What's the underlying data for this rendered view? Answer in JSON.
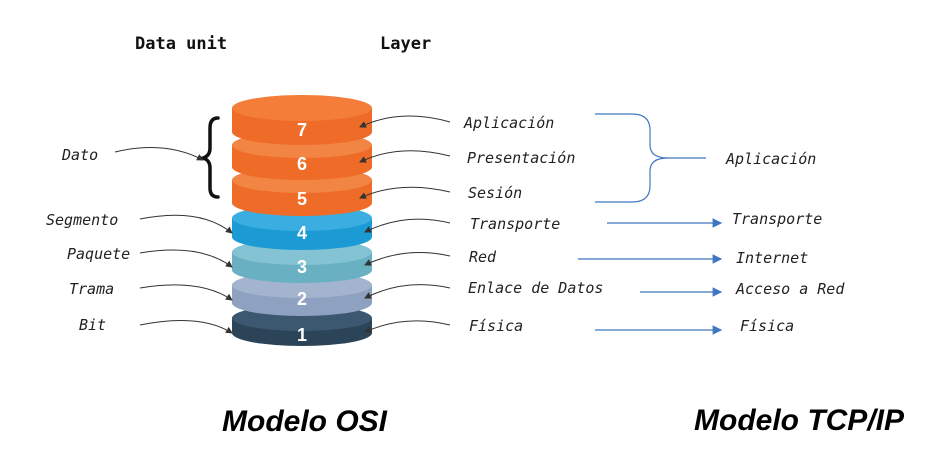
{
  "headers": {
    "data_unit": "Data unit",
    "layer": "Layer"
  },
  "colors": {
    "app": "#ee6c27",
    "transport": "#1c9ad3",
    "network": "#6ab0c3",
    "datalink": "#8ea1c1",
    "physical": "#2c4457",
    "arrow": "#3f78c0"
  },
  "osi": {
    "title": "Modelo OSI",
    "layers": [
      {
        "number": "7",
        "name": "Aplicación"
      },
      {
        "number": "6",
        "name": "Presentación"
      },
      {
        "number": "5",
        "name": "Sesión"
      },
      {
        "number": "4",
        "name": "Transporte"
      },
      {
        "number": "3",
        "name": "Red"
      },
      {
        "number": "2",
        "name": "Enlace de Datos"
      },
      {
        "number": "1",
        "name": "Física"
      }
    ]
  },
  "data_units": [
    "Dato",
    "Segmento",
    "Paquete",
    "Trama",
    "Bit"
  ],
  "tcpip": {
    "title": "Modelo TCP/IP",
    "layers": [
      "Aplicación",
      "Transporte",
      "Internet",
      "Acceso a Red",
      "Física"
    ]
  }
}
